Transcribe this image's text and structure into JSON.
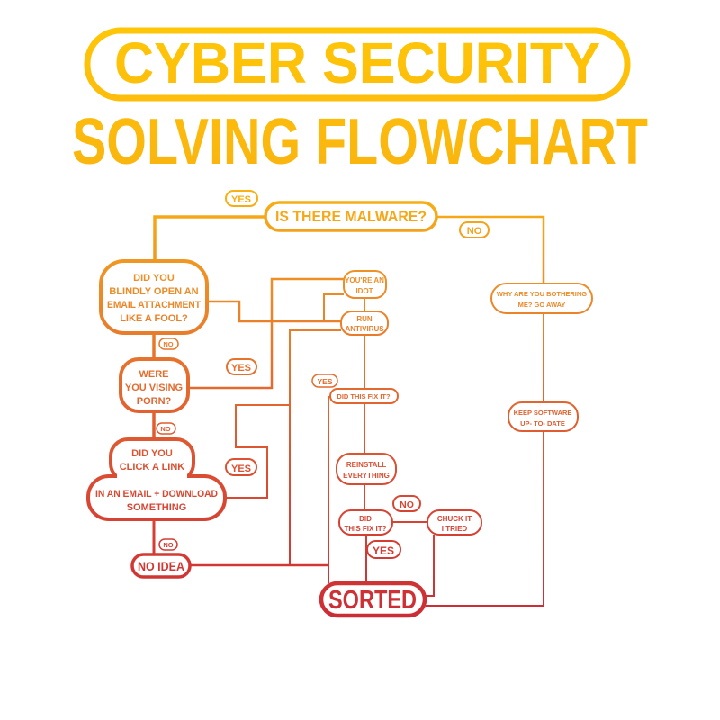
{
  "title": {
    "line1": "CYBER SECURITY",
    "line2": "SOLVING FLOWCHART"
  },
  "palette": {
    "top_yellow": "#FFC607",
    "mid_orange": "#EE9026",
    "bottom_red": "#CB2B35",
    "background": "#FFFFFF"
  },
  "nodes": {
    "malware": {
      "label": "IS THERE MALWARE?"
    },
    "email_attachment": {
      "lines": [
        "DID YOU",
        "BLINDLY OPEN AN",
        "EMAIL ATTACHMENT",
        "LIKE A FOOL?"
      ]
    },
    "youre_an_idot": {
      "lines": [
        "YOU'RE AN",
        "IDOT"
      ]
    },
    "run_antivirus": {
      "lines": [
        "RUN",
        "ANTIVIRUS"
      ]
    },
    "bothering": {
      "lines": [
        "WHY ARE YOU BOTHERING",
        "ME? GO AWAY"
      ]
    },
    "porn": {
      "lines": [
        "WERE",
        "YOU VISING",
        "PORN?"
      ]
    },
    "did_fix_1": {
      "label": "DID THIS FIX IT?"
    },
    "keep_software": {
      "lines": [
        "KEEP SOFTWARE",
        "UP- TO- DATE"
      ]
    },
    "click_link": {
      "lines": [
        "DID YOU",
        "CLICK A LINK"
      ]
    },
    "email_download": {
      "lines": [
        "IN AN EMAIL + DOWNLOAD",
        "SOMETHING"
      ]
    },
    "reinstall": {
      "lines": [
        "REINSTALL",
        "EVERYTHING"
      ]
    },
    "did_fix_2": {
      "lines": [
        "DID",
        "THIS FIX IT?"
      ]
    },
    "chuck_it": {
      "lines": [
        "CHUCK IT",
        "I TRIED"
      ]
    },
    "no_idea": {
      "label": "NO IDEA"
    },
    "sorted": {
      "label": "SORTED"
    }
  },
  "branch_labels": {
    "malware_yes": "YES",
    "malware_no": "NO",
    "email_no": "NO",
    "porn_yes": "YES",
    "porn_no": "NO",
    "fix1_yes": "YES",
    "click_yes": "YES",
    "click_no": "NO",
    "fix2_no": "NO",
    "fix2_yes": "YES"
  }
}
